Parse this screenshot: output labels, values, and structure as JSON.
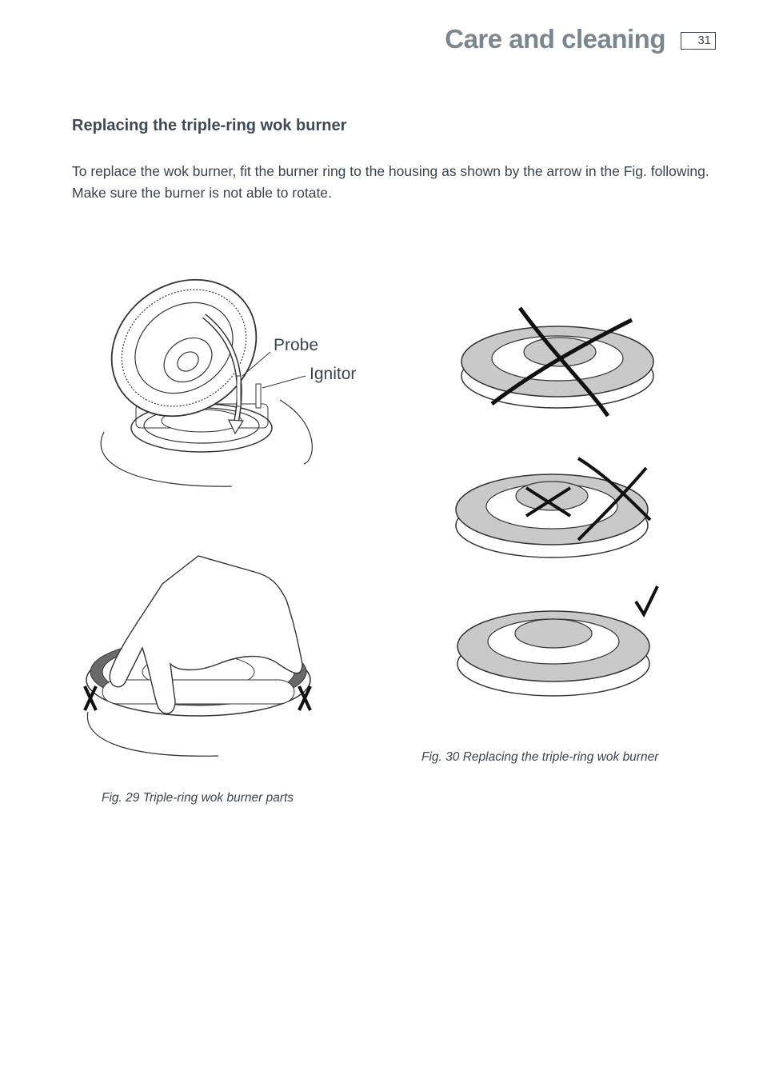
{
  "header": {
    "title": "Care and cleaning",
    "page_number": "31"
  },
  "section": {
    "heading": "Replacing the triple-ring wok burner",
    "paragraph": "To replace the wok burner, fit the burner ring to the housing as shown by the arrow in the Fig. following. Make sure the burner is not able to rotate."
  },
  "figures": {
    "fig29": {
      "label_probe": "Probe",
      "label_ignitor": "Ignitor",
      "caption": "Fig. 29 Triple-ring wok burner parts"
    },
    "fig30": {
      "caption": "Fig. 30 Replacing the triple-ring wok burner"
    }
  }
}
